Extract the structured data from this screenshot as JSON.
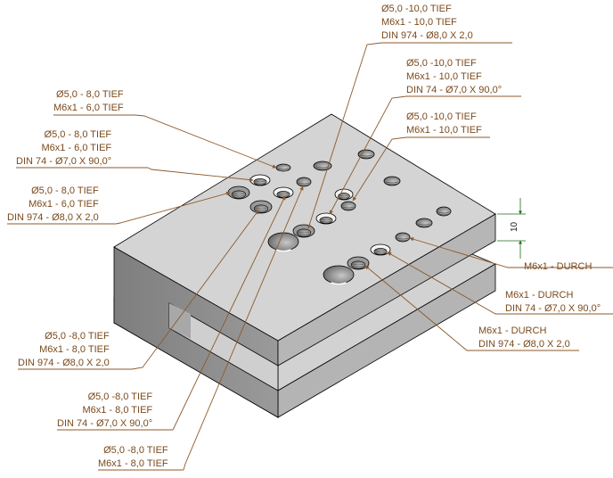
{
  "title": "Isometric part drawing with hole callouts",
  "colors": {
    "leader": "#8b5a2b",
    "text": "#7a4a1c",
    "dimension": "#1a6b1a",
    "face_top": "#d4d4d4",
    "face_front": "#b8b8b8",
    "face_left": "#8c8c8c",
    "edge": "#000000"
  },
  "dimension": {
    "value": "10"
  },
  "callouts": [
    {
      "id": "c1",
      "lines": [
        "Ø5,0 -10,0 TIEF",
        "M6x1 - 10,0 TIEF",
        "DIN 974 - Ø8,0 X 2,0"
      ]
    },
    {
      "id": "c2",
      "lines": [
        "Ø5,0 -10,0 TIEF",
        "M6x1 - 10,0 TIEF",
        "DIN 74 - Ø7,0 X 90,0°"
      ]
    },
    {
      "id": "c3",
      "lines": [
        "Ø5,0 -10,0 TIEF",
        "M6x1 - 10,0 TIEF"
      ]
    },
    {
      "id": "c4",
      "lines": [
        "Ø5,0 - 8,0 TIEF",
        "M6x1 - 6,0 TIEF"
      ]
    },
    {
      "id": "c5",
      "lines": [
        "Ø5,0 - 8,0 TIEF",
        "M6x1 - 6,0 TIEF",
        "DIN 74 - Ø7,0 X 90,0°"
      ]
    },
    {
      "id": "c6",
      "lines": [
        "Ø5,0 - 8,0 TIEF",
        "M6x1 - 6,0 TIEF",
        "DIN 974 - Ø8,0 X 2,0"
      ]
    },
    {
      "id": "c7",
      "lines": [
        "M6x1 - DURCH"
      ]
    },
    {
      "id": "c8",
      "lines": [
        "M6x1 - DURCH",
        "DIN 74 - Ø7,0 X 90,0°"
      ]
    },
    {
      "id": "c9",
      "lines": [
        "M6x1 - DURCH",
        "DIN 974 - Ø8,0 X 2,0"
      ]
    },
    {
      "id": "c10",
      "lines": [
        "Ø5,0 -8,0 TIEF",
        "M6x1 - 8,0 TIEF",
        "DIN 974 - Ø8,0 X 2,0"
      ]
    },
    {
      "id": "c11",
      "lines": [
        "Ø5,0 -8,0 TIEF",
        "M6x1 - 8,0 TIEF",
        "DIN 74 - Ø7,0 X 90,0°"
      ]
    },
    {
      "id": "c12",
      "lines": [
        "Ø5,0 -8,0 TIEF",
        "M6x1 - 8,0 TIEF"
      ]
    }
  ]
}
